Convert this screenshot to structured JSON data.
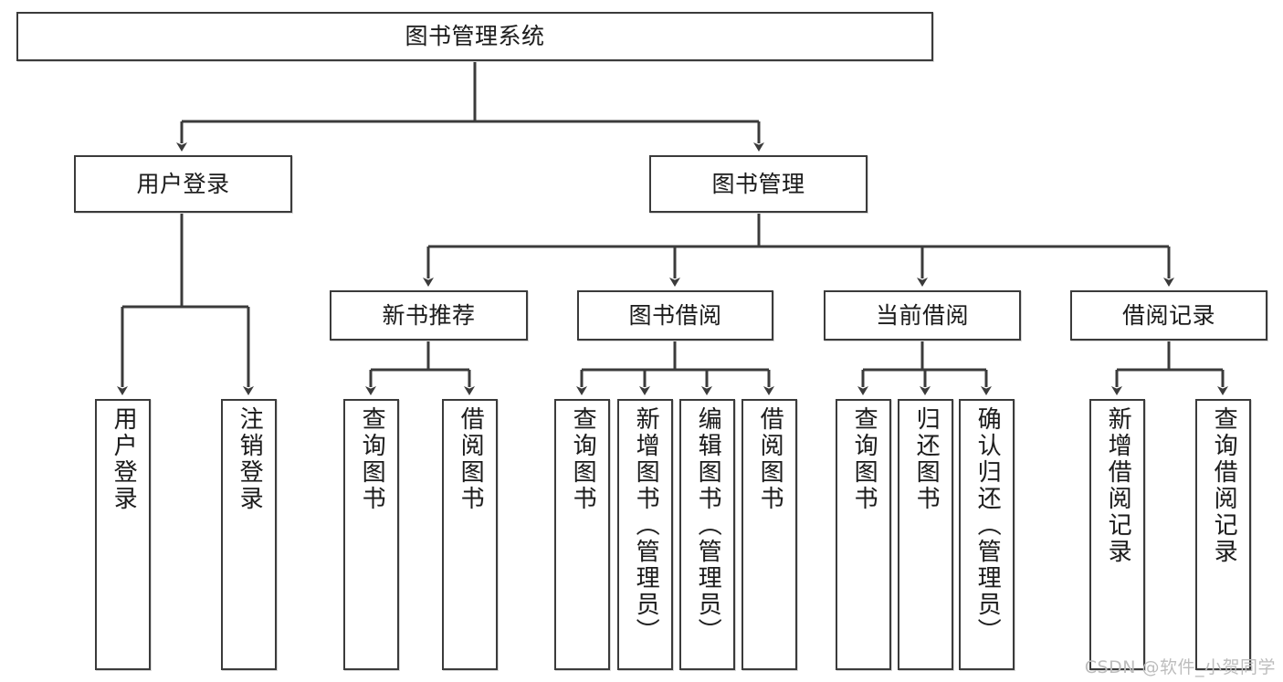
{
  "diagram": {
    "title": "图书管理系统",
    "watermark": "CSDN @软件_小贺同学",
    "colors": {
      "background": "#ffffff",
      "box_border": "#3b3b3b",
      "edge": "#3b3b3b",
      "text": "#1c1c1c",
      "watermark": "#bdbdbd"
    },
    "nodes": {
      "root": {
        "label": "图书管理系统"
      },
      "level2": [
        {
          "label": "用户登录"
        },
        {
          "label": "图书管理"
        }
      ],
      "level3": [
        {
          "label": "新书推荐"
        },
        {
          "label": "图书借阅"
        },
        {
          "label": "当前借阅"
        },
        {
          "label": "借阅记录"
        }
      ],
      "leaves": {
        "user_login": [
          {
            "label": "用户登录"
          },
          {
            "label": "注销登录"
          }
        ],
        "new_book": [
          {
            "label": "查询图书"
          },
          {
            "label": "借阅图书"
          }
        ],
        "book_borrow": [
          {
            "label": "查询图书"
          },
          {
            "label": "新增图书（管理员）"
          },
          {
            "label": "编辑图书（管理员）"
          },
          {
            "label": "借阅图书"
          }
        ],
        "current_borrow": [
          {
            "label": "查询图书"
          },
          {
            "label": "归还图书"
          },
          {
            "label": "确认归还（管理员）"
          }
        ],
        "borrow_record": [
          {
            "label": "新增借阅记录"
          },
          {
            "label": "查询借阅记录"
          }
        ]
      }
    }
  }
}
